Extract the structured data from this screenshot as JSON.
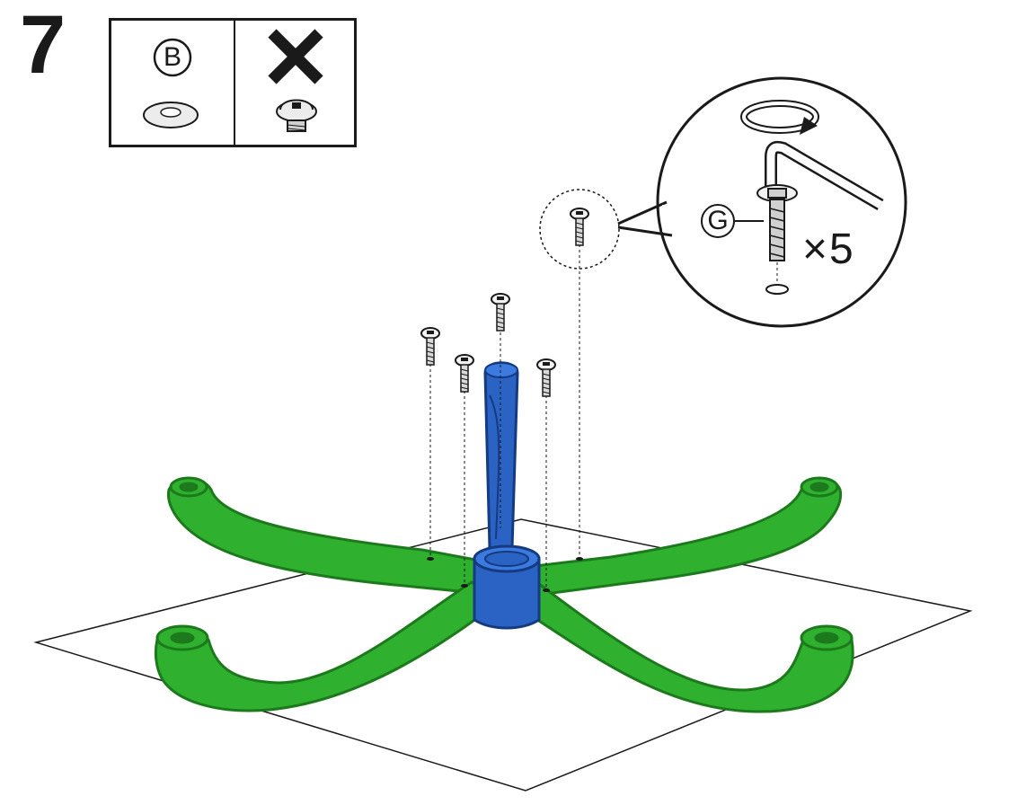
{
  "step": {
    "number": "7"
  },
  "parts_box": {
    "allowed": {
      "letter": "B",
      "icon": "washer-icon"
    },
    "not_allowed": {
      "mark": "cross-icon",
      "icon": "cap-screw-icon"
    }
  },
  "detail": {
    "part_letter": "G",
    "quantity": "×5",
    "icons": [
      "rotate-arrow-icon",
      "allen-key-icon",
      "screw-icon",
      "hole-icon"
    ]
  },
  "colors": {
    "base": "#2fb02f",
    "base_dark": "#1c7a1c",
    "column": "#2b63c4",
    "column_dark": "#143a80",
    "line": "#1a1a1a"
  }
}
